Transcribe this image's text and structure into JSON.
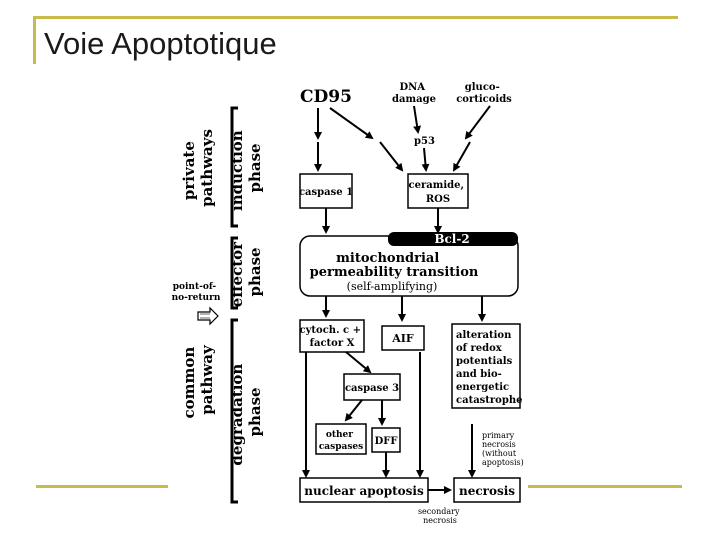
{
  "title": "Voie Apoptotique",
  "diagram": {
    "top": {
      "cd95": "CD95",
      "dna_damage": [
        "DNA",
        "damage"
      ],
      "glucocorticoids": [
        "gluco-",
        "corticoids"
      ],
      "p53": "p53"
    },
    "phases": {
      "private_pathways": [
        "private",
        "pathways"
      ],
      "induction_phase": [
        "induction",
        "phase"
      ],
      "effector_phase": [
        "effector",
        "phase"
      ],
      "point_of_no_return": [
        "point-of-",
        "no-return"
      ],
      "common_pathway": [
        "common",
        "pathway"
      ],
      "degradation_phase": [
        "degradation",
        "phase"
      ]
    },
    "boxes": {
      "caspase1": "caspase 1",
      "ceramide": [
        "ceramide,",
        "ROS"
      ],
      "bcl2": "Bcl-2",
      "mito": [
        "mitochondrial",
        "permeability transition",
        "(self-amplifying)"
      ],
      "cytoch": [
        "cytoch. c +",
        "factor X"
      ],
      "aif": "AIF",
      "alteration": [
        "alteration",
        "of redox",
        "potentials",
        "and bio-",
        "energetic",
        "catastrophe"
      ],
      "caspase3": "caspase 3",
      "other_caspases": [
        "other",
        "caspases"
      ],
      "dff": "DFF",
      "nuclear_apoptosis": "nuclear apoptosis",
      "necrosis": "necrosis"
    },
    "notes": {
      "primary_necrosis": [
        "primary",
        "necrosis",
        "(without",
        "apoptosis)"
      ],
      "secondary_necrosis": [
        "secondary",
        "necrosis"
      ]
    }
  }
}
